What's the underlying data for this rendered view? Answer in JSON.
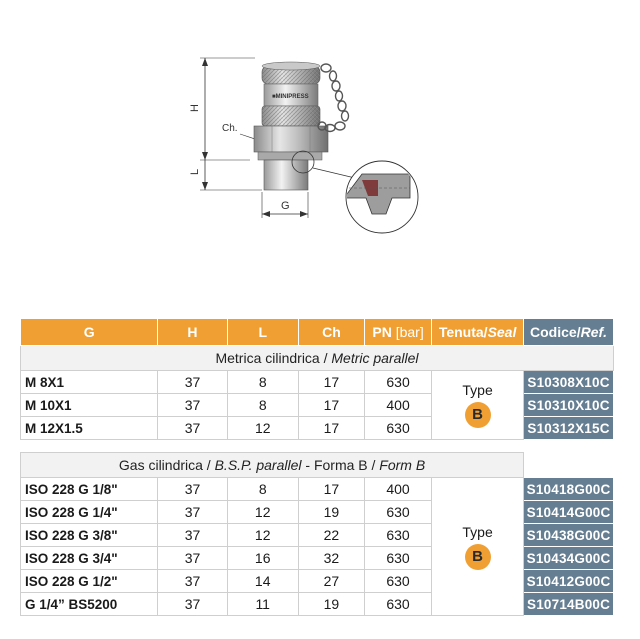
{
  "drawing": {
    "label_h": "H",
    "label_l": "L",
    "label_ch": "Ch.",
    "label_g": "G",
    "brand": "■MINIPRESS"
  },
  "header": {
    "g": "G",
    "h": "H",
    "l": "L",
    "ch": "Ch",
    "pn": "PN",
    "pn_unit": "[bar]",
    "tenuta": "Tenuta/",
    "seal": "Seal",
    "codice": "Codice/",
    "ref": "Ref."
  },
  "section1": {
    "title_it": "Metrica cilindrica / ",
    "title_en": "Metric parallel",
    "type_label": "Type",
    "type_value": "B",
    "rows": [
      {
        "g": "M 8X1",
        "h": "37",
        "l": "8",
        "ch": "17",
        "pn": "630",
        "ref": "S10308X10C"
      },
      {
        "g": "M 10X1",
        "h": "37",
        "l": "8",
        "ch": "17",
        "pn": "400",
        "ref": "S10310X10C"
      },
      {
        "g": "M 12X1.5",
        "h": "37",
        "l": "12",
        "ch": "17",
        "pn": "630",
        "ref": "S10312X15C"
      }
    ]
  },
  "section2": {
    "title_it": "Gas cilindrica / ",
    "title_en": "B.S.P. parallel",
    "title_mid": " - Forma B / ",
    "title_form": "Form B",
    "type_label": "Type",
    "type_value": "B",
    "rows": [
      {
        "g": "ISO 228 G 1/8\"",
        "h": "37",
        "l": "8",
        "ch": "17",
        "pn": "400",
        "ref": "S10418G00C"
      },
      {
        "g": "ISO 228 G 1/4\"",
        "h": "37",
        "l": "12",
        "ch": "19",
        "pn": "630",
        "ref": "S10414G00C"
      },
      {
        "g": "ISO 228 G 3/8\"",
        "h": "37",
        "l": "12",
        "ch": "22",
        "pn": "630",
        "ref": "S10438G00C"
      },
      {
        "g": "ISO 228 G 3/4\"",
        "h": "37",
        "l": "16",
        "ch": "32",
        "pn": "630",
        "ref": "S10434G00C"
      },
      {
        "g": "ISO 228 G 1/2\"",
        "h": "37",
        "l": "14",
        "ch": "27",
        "pn": "630",
        "ref": "S10412G00C"
      },
      {
        "g": "G 1/4” BS5200",
        "h": "37",
        "l": "11",
        "ch": "19",
        "pn": "630",
        "ref": "S10714B00C"
      }
    ]
  }
}
